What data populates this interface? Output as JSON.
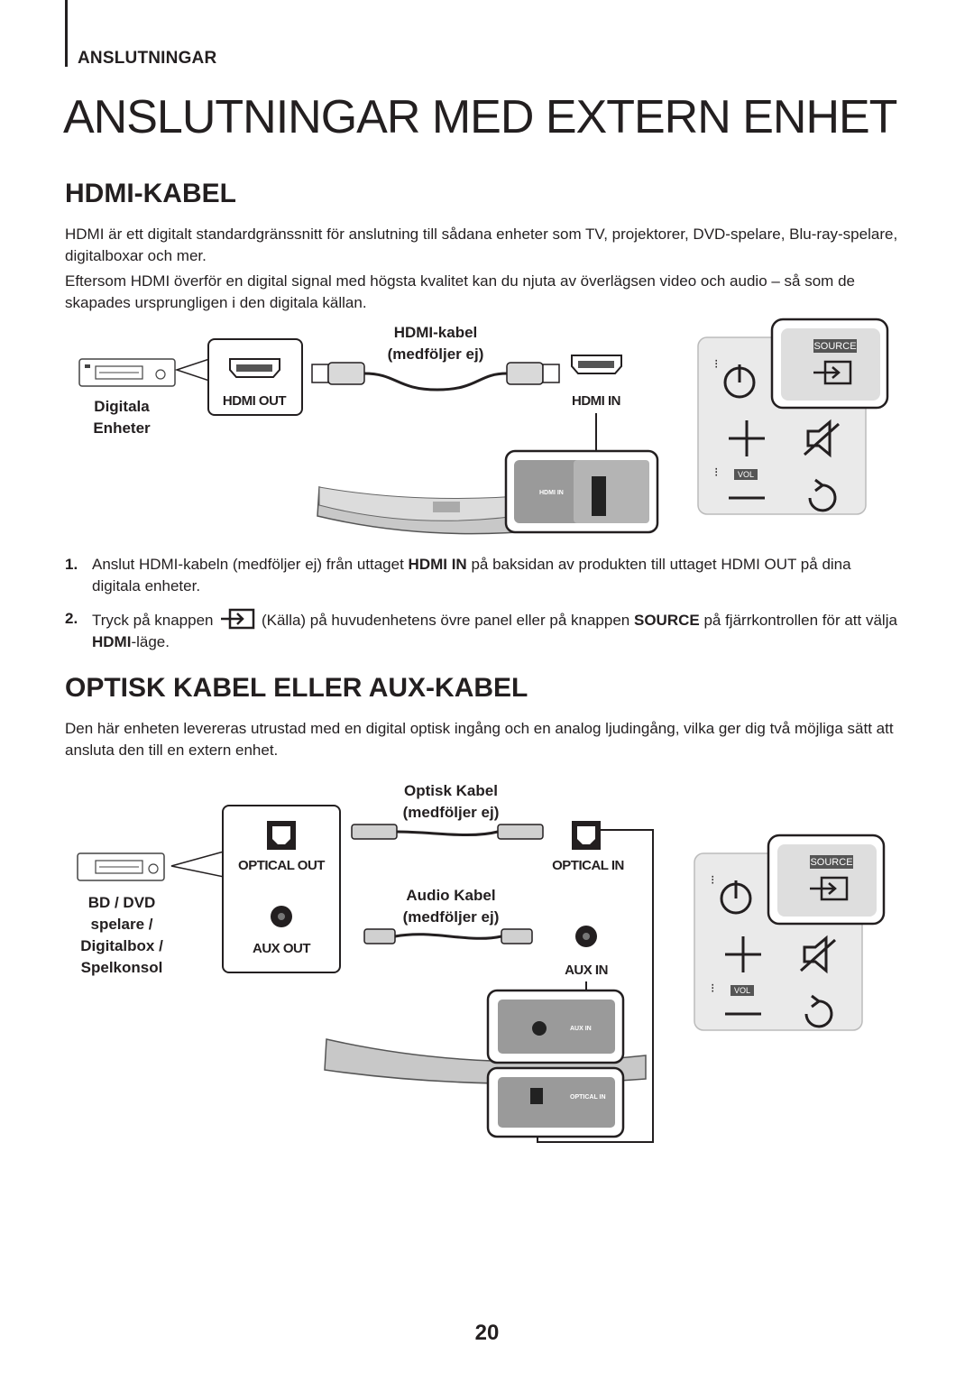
{
  "header": {
    "section_tab": "ANSLUTNINGAR",
    "title": "ANSLUTNINGAR MED EXTERN ENHET"
  },
  "hdmi": {
    "heading": "HDMI-KABEL",
    "para1": "HDMI är ett digitalt standardgränssnitt för anslutning till sådana enheter som TV, projektorer, DVD-spelare, Blu-ray-spelare, digitalboxar och mer.",
    "para2": "Eftersom HDMI överför en digital signal med högsta kvalitet kan du njuta av överlägsen video och audio – så som de skapades ursprungligen i den digitala källan.",
    "diagram": {
      "device_label_1": "Digitala",
      "device_label_2": "Enheter",
      "cable_label_1": "HDMI-kabel",
      "cable_label_2": "(medföljer ej)",
      "port_out": "HDMI OUT",
      "port_in": "HDMI IN",
      "panel_port": "HDMI IN"
    },
    "steps": [
      {
        "num": "1.",
        "a": "Anslut HDMI-kabeln (medföljer ej) från uttaget ",
        "b": "HDMI IN",
        "c": " på baksidan av produkten till uttaget HDMI OUT på dina digitala enheter."
      },
      {
        "num": "2.",
        "a": "Tryck på knappen ",
        "b": " (Källa) på huvudenhetens övre panel eller på knappen ",
        "c": "SOURCE",
        "d": " på fjärrkontrollen för att välja ",
        "e": "HDMI",
        "f": "-läge."
      }
    ]
  },
  "optical": {
    "heading": "OPTISK KABEL ELLER AUX-KABEL",
    "para": "Den här enheten levereras utrustad med en digital optisk ingång och en analog ljudingång, vilka ger dig två möjliga sätt att ansluta den till en extern enhet.",
    "diagram": {
      "device_label_1": "BD / DVD",
      "device_label_2": "spelare /",
      "device_label_3": "Digitalbox /",
      "device_label_4": "Spelkonsol",
      "optical_cable_1": "Optisk Kabel",
      "optical_cable_2": "(medföljer ej)",
      "audio_cable_1": "Audio Kabel",
      "audio_cable_2": "(medföljer ej)",
      "optical_out": "OPTICAL OUT",
      "optical_in": "OPTICAL IN",
      "aux_out": "AUX OUT",
      "aux_in": "AUX IN",
      "panel_aux": "AUX IN",
      "panel_optical": "OPTICAL IN"
    }
  },
  "remote": {
    "source_label": "SOURCE",
    "vol_label": "VOL"
  },
  "page_number": "20"
}
